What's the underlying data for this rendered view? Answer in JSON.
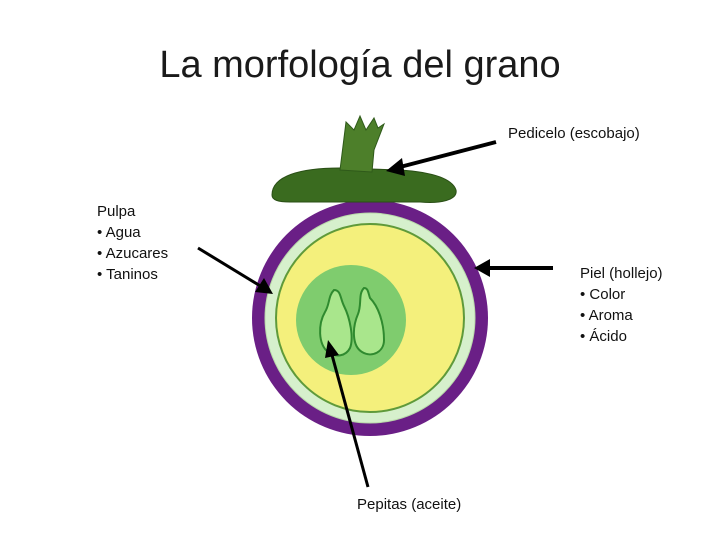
{
  "title": "La morfología del grano",
  "labels": {
    "pedicelo": "Pedicelo (escobajo)",
    "pulpa": [
      "Pulpa",
      "• Agua",
      "• Azucares",
      "• Taninos"
    ],
    "piel": [
      "Piel (hollejo)",
      "• Color",
      "• Aroma",
      "• Ácido"
    ],
    "pepitas": "Pepitas (aceite)"
  },
  "colors": {
    "skin": "#6a1f86",
    "inner_ring": "#d6f0cc",
    "pulp": "#f4f07c",
    "core": "#7fcc6e",
    "seed": "#a9e68c",
    "seed_outline": "#2f8a2f",
    "stem_cap": "#3a6b1f",
    "stem": "#4d7f2a",
    "arrow": "#000000"
  }
}
